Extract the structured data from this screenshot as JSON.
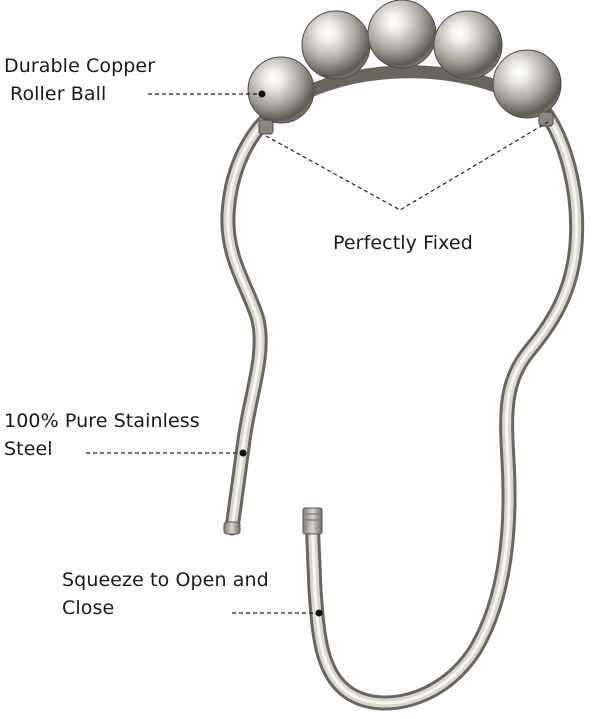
{
  "callouts": {
    "roller_ball": {
      "line1": "Durable Copper",
      "line2": "Roller Ball"
    },
    "fixed": {
      "line1": "Perfectly Fixed"
    },
    "steel": {
      "line1": "100% Pure Stainless",
      "line2": "Steel"
    },
    "squeeze": {
      "line1": "Squeeze to Open and",
      "line2": "Close"
    }
  },
  "colors": {
    "background": "#ffffff",
    "text": "#1a1a1a",
    "metal_light": "#f2f0ec",
    "metal_mid": "#b9b5ad",
    "metal_dark": "#5e5a53",
    "leader_line": "#222222"
  }
}
